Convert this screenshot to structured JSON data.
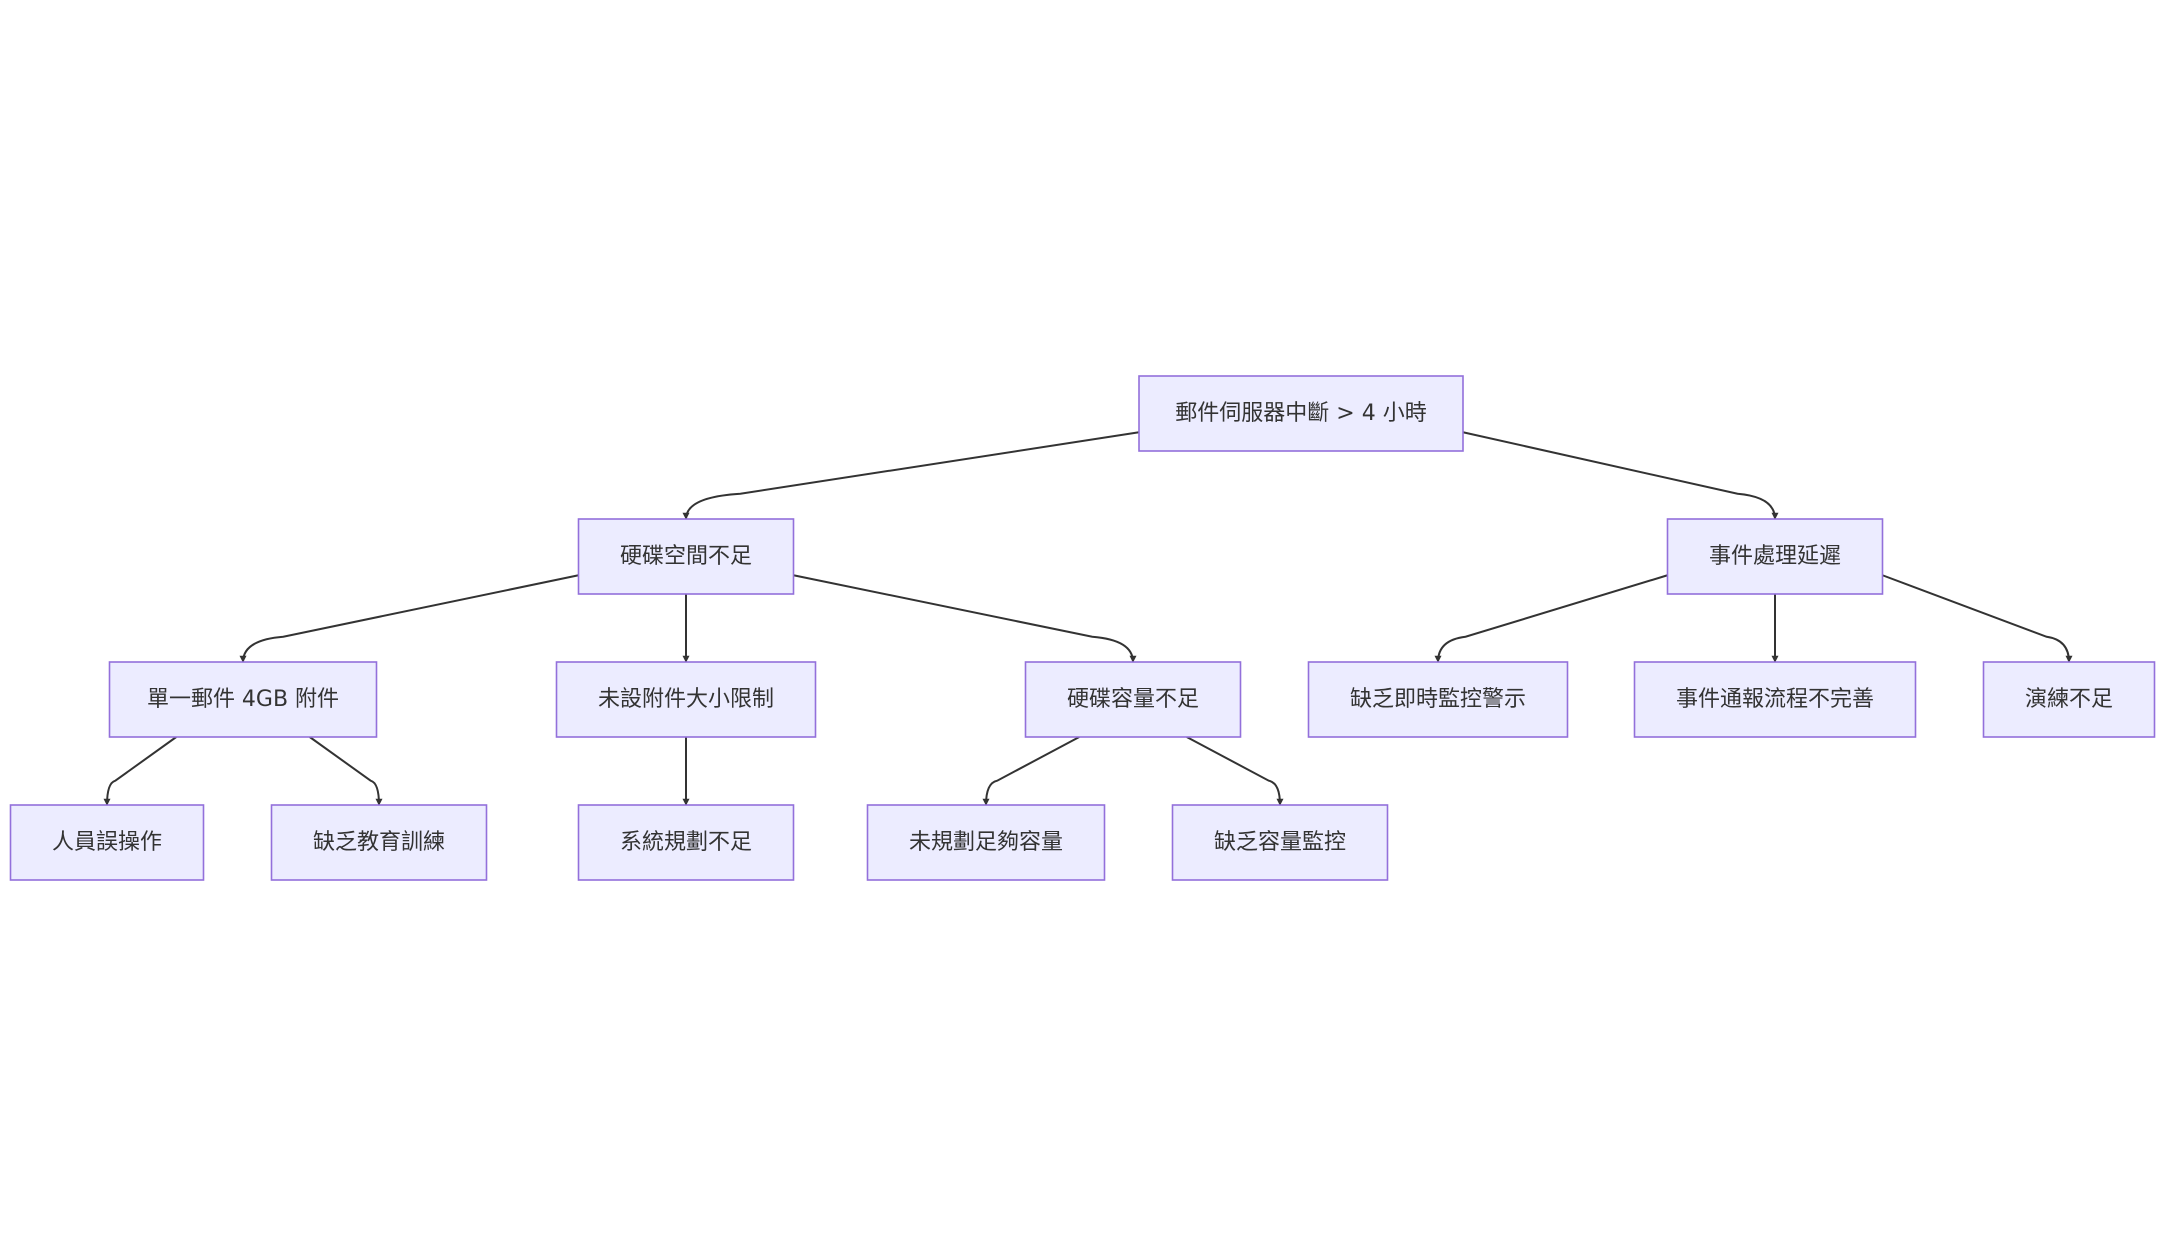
{
  "colors": {
    "node_fill": "#ECECFF",
    "node_border": "#9370DB",
    "text": "#333333",
    "edge": "#333333"
  },
  "diagram": {
    "type": "flowchart-top-down",
    "nodes": [
      {
        "id": "root",
        "label": "郵件伺服器中斷 > 4 小時"
      },
      {
        "id": "disk_space",
        "label": "硬碟空間不足"
      },
      {
        "id": "incident_delay",
        "label": "事件處理延遲"
      },
      {
        "id": "single_mail",
        "label": "單一郵件 4GB 附件"
      },
      {
        "id": "no_attach_limit",
        "label": "未設附件大小限制"
      },
      {
        "id": "disk_capacity",
        "label": "硬碟容量不足"
      },
      {
        "id": "no_monitoring",
        "label": "缺乏即時監控警示"
      },
      {
        "id": "report_flow",
        "label": "事件通報流程不完善"
      },
      {
        "id": "drill",
        "label": "演練不足"
      },
      {
        "id": "human_error",
        "label": "人員誤操作"
      },
      {
        "id": "no_training",
        "label": "缺乏教育訓練"
      },
      {
        "id": "sys_plan",
        "label": "系統規劃不足"
      },
      {
        "id": "no_capacity_plan",
        "label": "未規劃足夠容量"
      },
      {
        "id": "no_capacity_mon",
        "label": "缺乏容量監控"
      }
    ],
    "edges": [
      {
        "from": "root",
        "to": "disk_space"
      },
      {
        "from": "root",
        "to": "incident_delay"
      },
      {
        "from": "disk_space",
        "to": "single_mail"
      },
      {
        "from": "disk_space",
        "to": "no_attach_limit"
      },
      {
        "from": "disk_space",
        "to": "disk_capacity"
      },
      {
        "from": "incident_delay",
        "to": "no_monitoring"
      },
      {
        "from": "incident_delay",
        "to": "report_flow"
      },
      {
        "from": "incident_delay",
        "to": "drill"
      },
      {
        "from": "single_mail",
        "to": "human_error"
      },
      {
        "from": "single_mail",
        "to": "no_training"
      },
      {
        "from": "no_attach_limit",
        "to": "sys_plan"
      },
      {
        "from": "disk_capacity",
        "to": "no_capacity_plan"
      },
      {
        "from": "disk_capacity",
        "to": "no_capacity_mon"
      }
    ]
  }
}
